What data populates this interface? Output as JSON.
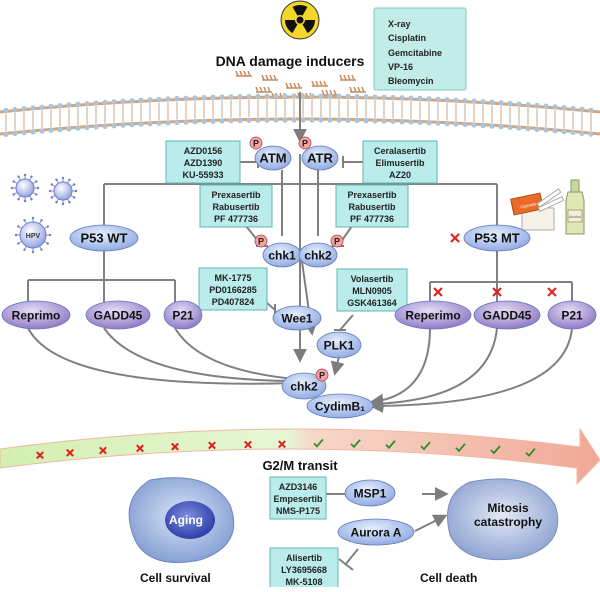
{
  "title": "DNA damage inducers",
  "inducers": [
    "X-ray",
    "Cisplatin",
    "Gemcitabine",
    "VP-16",
    "Bleomycin"
  ],
  "nodes": {
    "atm": "ATM",
    "atr": "ATR",
    "p53wt": "P53 WT",
    "p53mt": "P53 MT",
    "chk1": "chk1",
    "chk2_top": "chk2",
    "wee1": "Wee1",
    "plk1": "PLK1",
    "chk2_bottom": "chk2",
    "cyclin": "CydimB₁",
    "reprimo": "Reprimo",
    "gadd45_left": "GADD45",
    "p21_left": "P21",
    "reperimo": "Reperimo",
    "gadd45_right": "GADD45",
    "p21_right": "P21",
    "msp1": "MSP1",
    "aurora": "Aurora A",
    "aging": "Aging",
    "mitosis": "Mitosis catastrophy"
  },
  "phospho": "P",
  "virus_label": "HPV",
  "cigarette_label": "Cigarette",
  "bottle_label": "Alcohol",
  "inhibitors": {
    "atm": [
      "AZD0156",
      "AZD1390",
      "KU-55933"
    ],
    "atr": [
      "Ceralasertib",
      "Elimusertib",
      "AZ20"
    ],
    "chk1": [
      "Prexasertib",
      "Rabusertib",
      "PF 477736"
    ],
    "chk2": [
      "Prexasertib",
      "Rabusertib",
      "PF 477736"
    ],
    "wee1": [
      "MK-1775",
      "PD0166285",
      "PD407824"
    ],
    "plk1": [
      "Volasertib",
      "MLN0905",
      "GSK461364"
    ],
    "msp1": [
      "AZD3146",
      "Empesertib",
      "NMS-P175"
    ],
    "aurora": [
      "Alisertib",
      "LY3695668",
      "MK-5108"
    ]
  },
  "transit_label": "G2/M transit",
  "outcomes": {
    "survival": "Cell survival",
    "death": "Cell death"
  },
  "colors": {
    "node": "#9eb5e8",
    "node_dark": "#8a76bf",
    "drug_box": "#b9ecea",
    "drug_border": "#5fb6b0",
    "phospho": "#f3a3a3",
    "arrow": "#808080",
    "cross": "#e01e1e",
    "check": "#2c8f2c",
    "membrane": "#d9a880"
  }
}
